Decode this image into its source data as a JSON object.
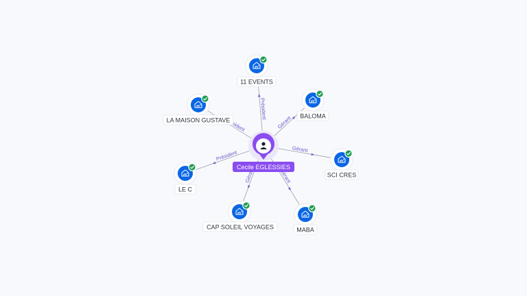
{
  "center": {
    "name": "Cecile EGLESSIES",
    "icon": "person-icon",
    "color": "#8a4cf0"
  },
  "companies": [
    {
      "name": "11 EVENTS",
      "relation": "Président",
      "icon": "building-icon",
      "status": "verified"
    },
    {
      "name": "BALOMA",
      "relation": "Gérant",
      "icon": "building-icon",
      "status": "verified"
    },
    {
      "name": "SCI CRES",
      "relation": "Gérant",
      "icon": "building-icon",
      "status": "verified"
    },
    {
      "name": "MABA",
      "relation": "Gérant",
      "icon": "building-icon",
      "status": "verified"
    },
    {
      "name": "CAP SOLEIL VOYAGES",
      "relation": "Gérant",
      "icon": "building-icon",
      "status": "verified"
    },
    {
      "name": "LE C",
      "relation": "Président",
      "icon": "building-icon",
      "status": "verified"
    },
    {
      "name": "LA MAISON GUSTAVE",
      "relation": "Président",
      "icon": "building-icon",
      "status": "verified"
    }
  ],
  "colors": {
    "company": "#0a66e4",
    "verified": "#1f9d55",
    "relation": "#6a5acd",
    "edge": "#9aa0ad"
  }
}
